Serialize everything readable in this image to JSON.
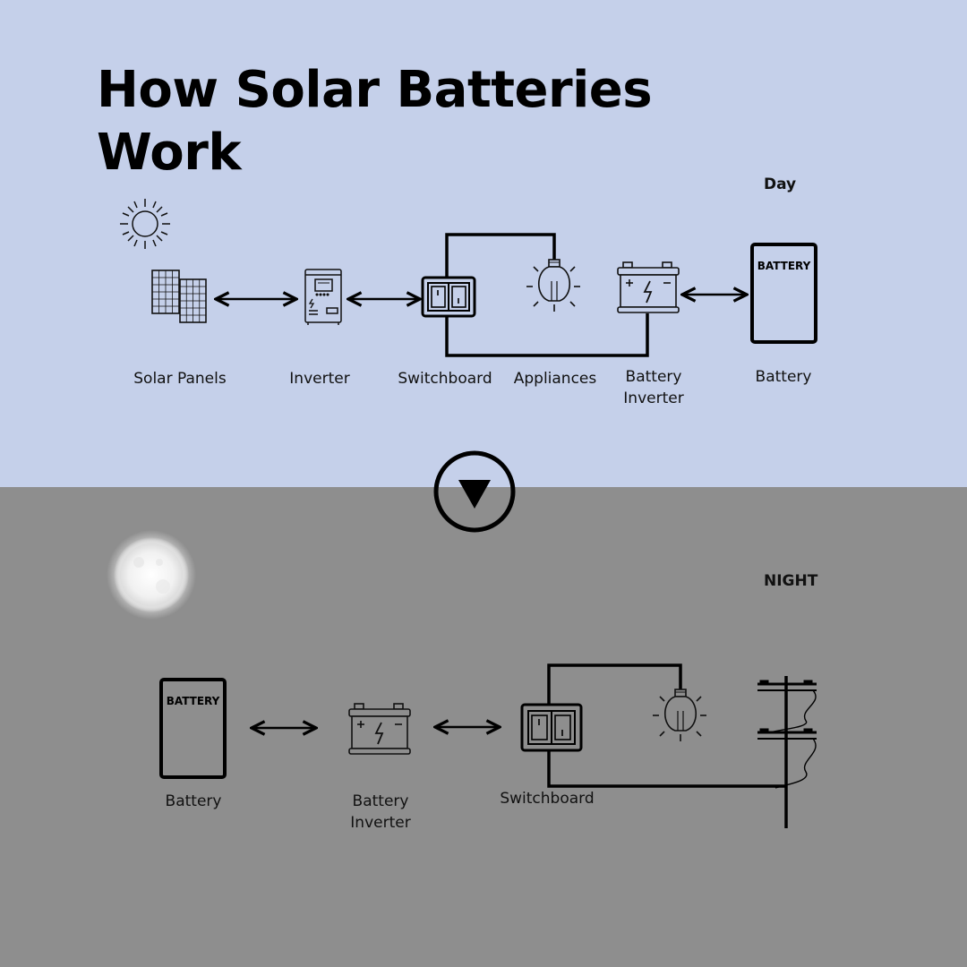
{
  "title": "How Solar Batteries Work",
  "colors": {
    "day_background": "#c5d0ea",
    "night_background": "#8e8e8e",
    "line": "#000000"
  },
  "day": {
    "period_label": "Day",
    "labels": {
      "solar_panels": "Solar Panels",
      "inverter": "Inverter",
      "switchboard": "Switchboard",
      "appliances": "Appliances",
      "battery_inverter": "Battery Inverter",
      "battery": "Battery"
    },
    "battery_box_text": "BATTERY"
  },
  "transition": {
    "icon": "down-arrow-circle-icon"
  },
  "night": {
    "period_label": "NIGHT",
    "labels": {
      "battery": "Battery",
      "battery_inverter": "Battery Inverter",
      "switchboard": "Switchboard"
    },
    "battery_box_text": "BATTERY"
  }
}
